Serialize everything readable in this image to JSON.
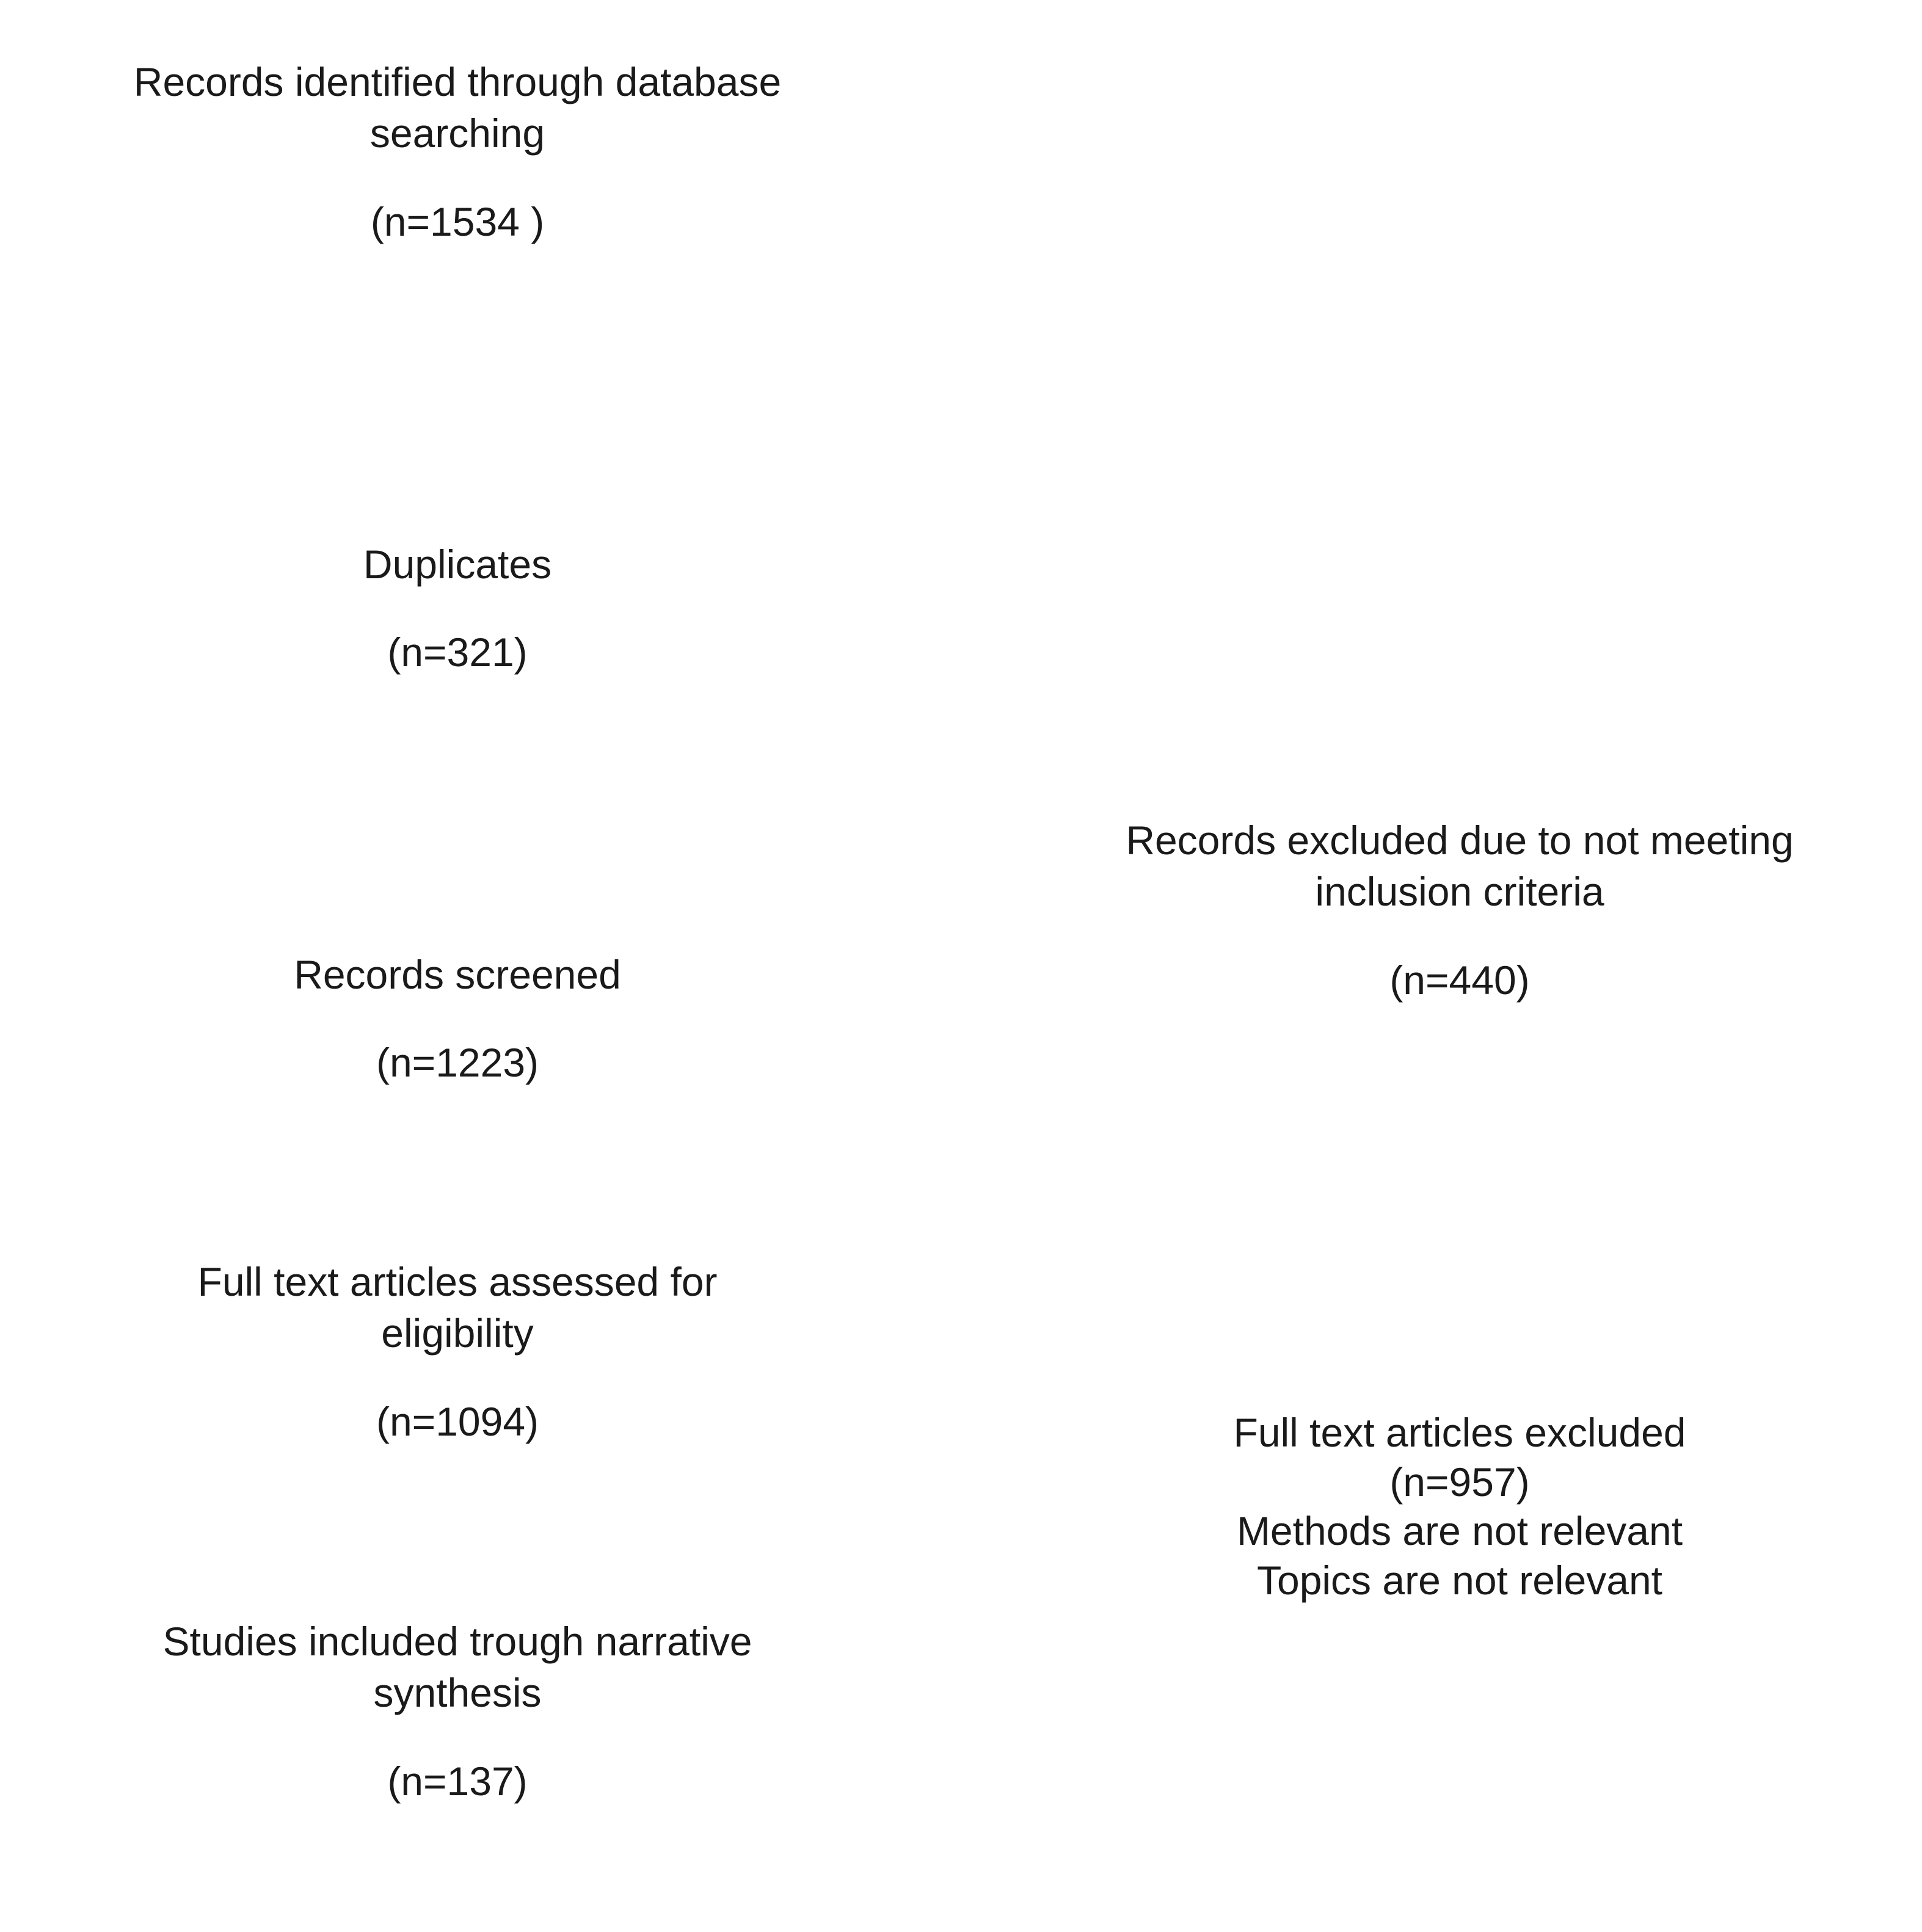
{
  "diagram": {
    "type": "prisma-flow-diagram",
    "accent_border_color": "#0d2a3a",
    "text_color": "#1a1a1a",
    "background_color": "#ffffff",
    "boxes": {
      "identified": {
        "name": "records-identified-through-database-searching",
        "line1": "Records identified through database",
        "line2": "searching",
        "count_label": "(n=1534 )",
        "count_value": 1534
      },
      "duplicates": {
        "name": "duplicates",
        "line1": "Duplicates",
        "count_label": "(n=321)",
        "count_value": 321
      },
      "screened": {
        "name": "records-screened",
        "line1": "Records screened",
        "count_label": "(n=1223)",
        "count_value": 1223
      },
      "fulltext": {
        "name": "full-text-articles-assessed-for-eligibility",
        "line1": "Full text articles assessed for",
        "line2": "eligibility",
        "count_label": "(n=1094)",
        "count_value": 1094
      },
      "included": {
        "name": "studies-included-trough-narrative-synthesis",
        "line1": "Studies included trough narrative",
        "line2": "synthesis",
        "count_label": "(n=137)",
        "count_value": 137
      },
      "excluded_screening": {
        "name": "records-excluded-not-meeting-inclusion-criteria",
        "line1": "Records excluded due to not meeting",
        "line2": "inclusion criteria",
        "count_label": "(n=440)",
        "count_value": 440
      },
      "excluded_fulltext": {
        "name": "full-text-articles-excluded",
        "line1": "Full text articles excluded",
        "count_label": "(n=957)",
        "count_value": 957,
        "reason1": "Methods are not relevant",
        "reason2": "Topics are not relevant"
      }
    }
  },
  "chart_data": {
    "type": "table",
    "title": "PRISMA study selection flow",
    "categories": [
      "Records identified through database searching",
      "Duplicates",
      "Records screened",
      "Records excluded due to not meeting inclusion criteria",
      "Full text articles assessed for eligibility",
      "Full text articles excluded",
      "Studies included trough narrative synthesis"
    ],
    "values": [
      1534,
      321,
      1223,
      440,
      1094,
      957,
      137
    ],
    "xlabel": "",
    "ylabel": "n",
    "notes": [
      "Methods are not relevant",
      "Topics are not relevant"
    ]
  }
}
